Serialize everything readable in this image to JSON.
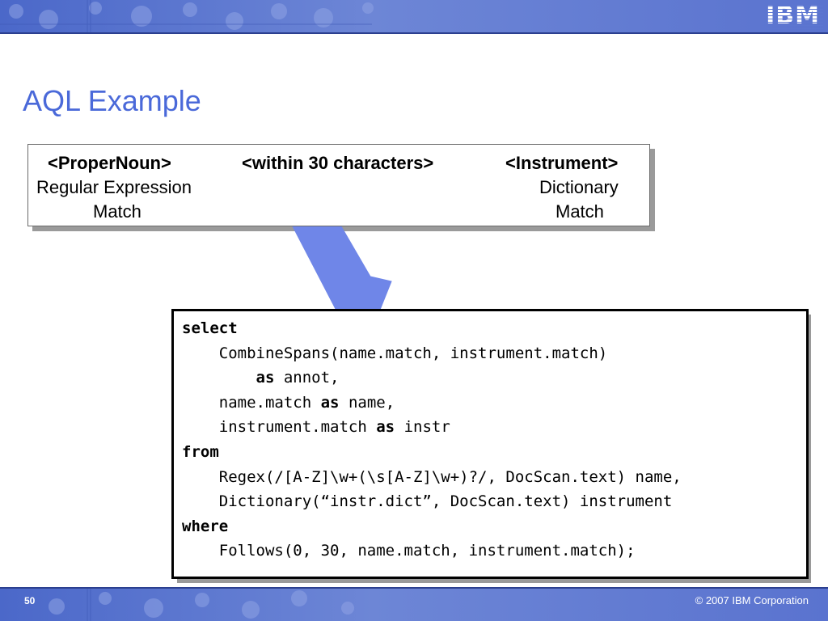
{
  "header": {
    "logo": "IBM"
  },
  "title": "AQL Example",
  "diagram": {
    "proper_noun": "<ProperNoun>",
    "within": "<within 30 characters>",
    "instrument": "<Instrument>",
    "regex_line1": "Regular Expression",
    "regex_line2": "Match",
    "dict_line1": "Dictionary",
    "dict_line2": "Match"
  },
  "code": {
    "select": "select",
    "line1": "CombineSpans(name.match, instrument.match)",
    "as1_kw": "as",
    "as1_rest": " annot,",
    "line3_a": "name.match ",
    "as2_kw": "as",
    "line3_b": " name,",
    "line4_a": "instrument.match ",
    "as3_kw": "as",
    "line4_b": " instr",
    "from": "from",
    "regex": "Regex(/[A-Z]\\w+(\\s[A-Z]\\w+)?/, DocScan.text) name,",
    "dict": "Dictionary(“instr.dict”, DocScan.text) instrument",
    "where": "where",
    "follows": "Follows(0, 30, name.match, instrument.match);"
  },
  "footer": {
    "page": "50",
    "copyright": "© 2007 IBM Corporation"
  },
  "colors": {
    "title": "#4a69d9",
    "banner": "#5f7ad3",
    "arrow": "#6f86e8"
  }
}
